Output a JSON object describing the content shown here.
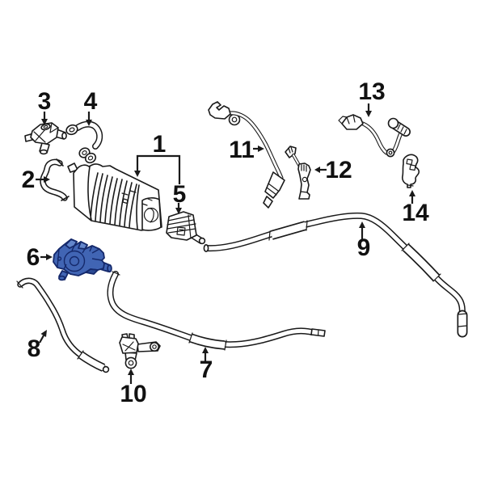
{
  "canvas": {
    "background": "#ffffff"
  },
  "diagram": {
    "ink_color": "#1a1a1a",
    "highlight_fill": "#4165b4",
    "highlight_stroke": "#15296b",
    "highlight_light": "#6386cb",
    "highlight_dark": "#2b4a94",
    "selected_part_number": "6",
    "parts": [
      {
        "number": "1",
        "highlighted": false
      },
      {
        "number": "2",
        "highlighted": false
      },
      {
        "number": "3",
        "highlighted": false
      },
      {
        "number": "4",
        "highlighted": false
      },
      {
        "number": "5",
        "highlighted": false
      },
      {
        "number": "6",
        "highlighted": true
      },
      {
        "number": "7",
        "highlighted": false
      },
      {
        "number": "8",
        "highlighted": false
      },
      {
        "number": "9",
        "highlighted": false
      },
      {
        "number": "10",
        "highlighted": false
      },
      {
        "number": "11",
        "highlighted": false
      },
      {
        "number": "12",
        "highlighted": false
      },
      {
        "number": "13",
        "highlighted": false
      },
      {
        "number": "14",
        "highlighted": false
      }
    ]
  }
}
